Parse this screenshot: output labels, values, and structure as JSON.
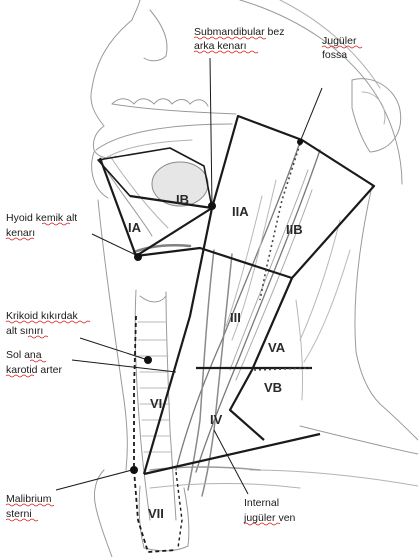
{
  "diagram": {
    "callouts": {
      "submandibular": [
        "Submandibular bez",
        "arka kenarı"
      ],
      "jugular_fossa": [
        "Jugüler",
        "fossa"
      ],
      "hyoid": [
        "Hyoid kemik alt",
        "kenarı"
      ],
      "cricoid": [
        "Krikoid kıkırdak",
        "alt sınırı"
      ],
      "carotid": [
        "Sol ana",
        "karotid arter"
      ],
      "malibrium": [
        "Malibrium",
        "sterni"
      ],
      "internal_jugular": [
        "Internal",
        "jugüler ven"
      ]
    },
    "regions": {
      "IA": "IA",
      "IB": "IB",
      "IIA": "IIA",
      "IIB": "IIB",
      "III": "III",
      "IV": "IV",
      "VA": "VA",
      "VB": "VB",
      "VI": "VI",
      "VII": "VII"
    }
  }
}
